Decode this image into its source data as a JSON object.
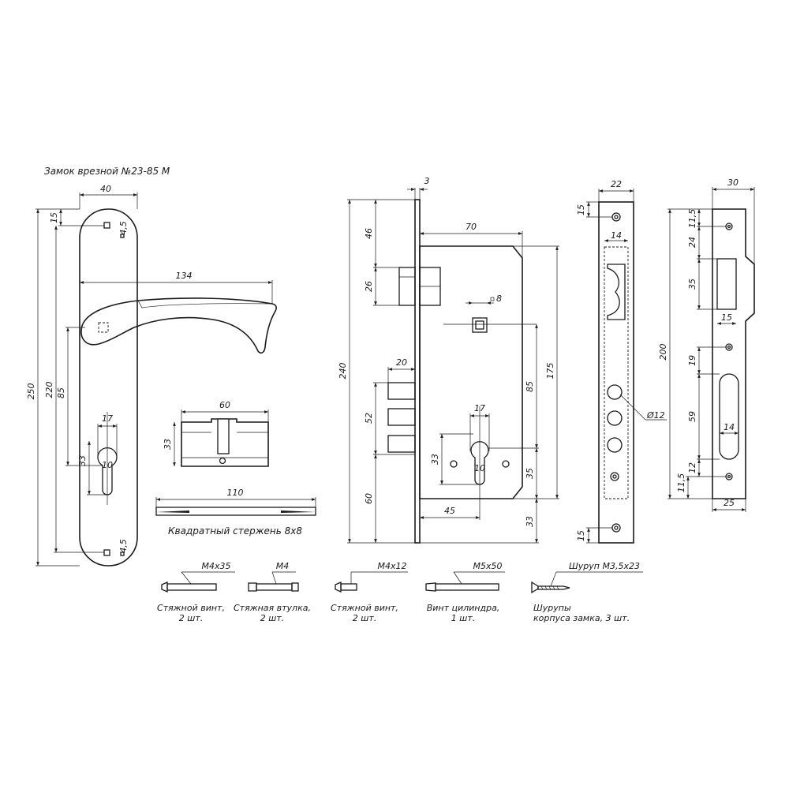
{
  "title": "Замок врезной №23-85 М",
  "handle": {
    "width": "40",
    "height": "250",
    "hole_top": "15",
    "hole_size_top": "4,5",
    "lever_length": "134",
    "span_220": "220",
    "span_85": "85",
    "key_width": "17",
    "key_hole": "10",
    "key_height": "33",
    "hole_size_bottom": "4,5"
  },
  "cylinder": {
    "length": "60",
    "height": "33"
  },
  "spindle": {
    "length": "110",
    "caption": "Квадратный стержень 8х8"
  },
  "lock_body": {
    "plate_thickness": "3",
    "body_depth": "70",
    "total_height": "240",
    "top_offset": "46",
    "latch_height": "26",
    "square": "8",
    "bolt_length": "20",
    "bolt_span": "52",
    "bottom_offset": "60",
    "span_85": "85",
    "span_175": "175",
    "key_width": "17",
    "key_hole": "10",
    "key_height": "33",
    "key_offset": "35",
    "backset": "45",
    "bottom_33": "33"
  },
  "faceplate": {
    "width": "22",
    "inner_width": "14",
    "top_hole": "15",
    "bottom_hole": "15",
    "hole_dia": "Ø12"
  },
  "strike": {
    "width": "30",
    "height": "200",
    "d1": "11,5",
    "d2": "24",
    "d3": "35",
    "d4": "15",
    "d5": "19",
    "d6": "59",
    "d7": "14",
    "d8": "11,5",
    "d9": "12",
    "bottom_width": "25"
  },
  "fasteners": [
    {
      "size": "М4х35",
      "caption_1": "Стяжной винт,",
      "caption_2": "2 шт."
    },
    {
      "size": "М4",
      "caption_1": "Стяжная втулка,",
      "caption_2": "2 шт."
    },
    {
      "size": "М4х12",
      "caption_1": "Стяжной винт,",
      "caption_2": "2 шт."
    },
    {
      "size": "М5х50",
      "caption_1": "Винт цилиндра,",
      "caption_2": "1 шт."
    },
    {
      "size": "Шуруп М3,5х23",
      "caption_1": "Шурупы",
      "caption_2": "корпуса замка, 3 шт."
    }
  ]
}
